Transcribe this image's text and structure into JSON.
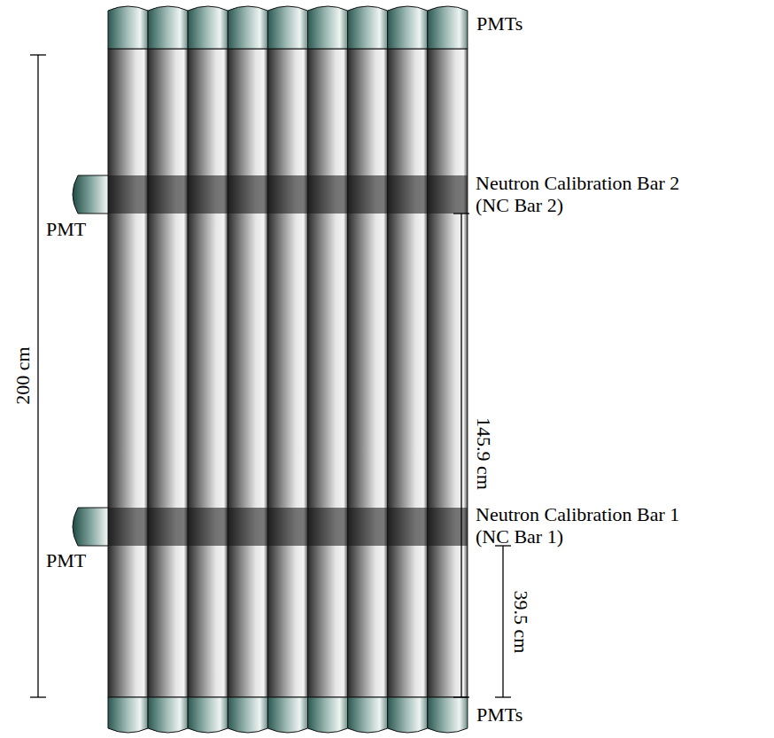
{
  "diagram": {
    "labels": [
      "PMTs",
      "Neutron Calibration Bar 2 (NC Bar 2)",
      "PMT",
      "200 cm",
      "145.9 cm",
      "Neutron Calibration Bar 1 (NC Bar 1)",
      "PMT",
      "39.5 cm",
      "PMTs"
    ]
  }
}
